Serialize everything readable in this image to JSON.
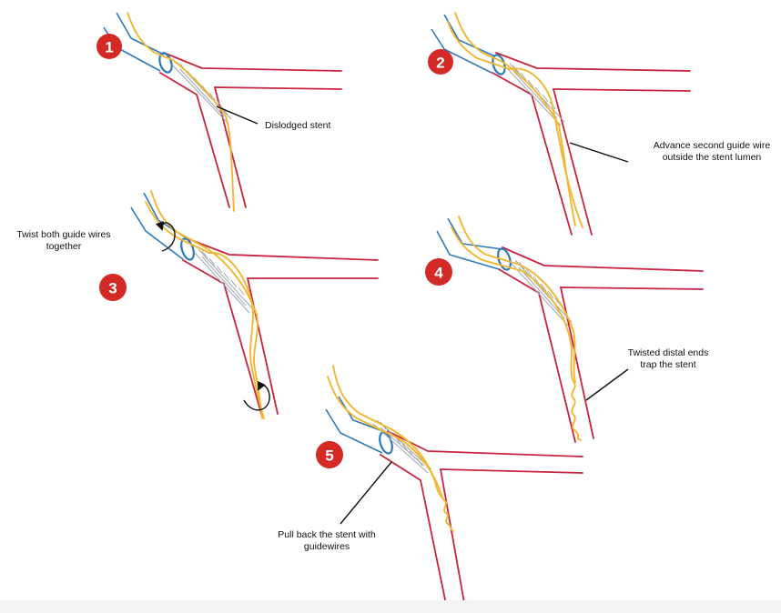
{
  "diagram": {
    "steps": [
      {
        "number": "1",
        "label": "Dislodged stent"
      },
      {
        "number": "2",
        "label": "Advance second guide wire outside the stent lumen"
      },
      {
        "number": "3",
        "label": "Twist both guide wires together"
      },
      {
        "number": "4",
        "label": "Twisted distal ends trap the stent"
      },
      {
        "number": "5",
        "label": "Pull back the stent with guidewires"
      }
    ],
    "colors": {
      "badge": "#d42a25",
      "vessel": "#c8243f",
      "guide_catheter": "#2e79b8",
      "guidewire": "#f2b731",
      "stent": "#9fa7b0"
    },
    "icons": [
      "rotation-arrow-icon"
    ]
  }
}
